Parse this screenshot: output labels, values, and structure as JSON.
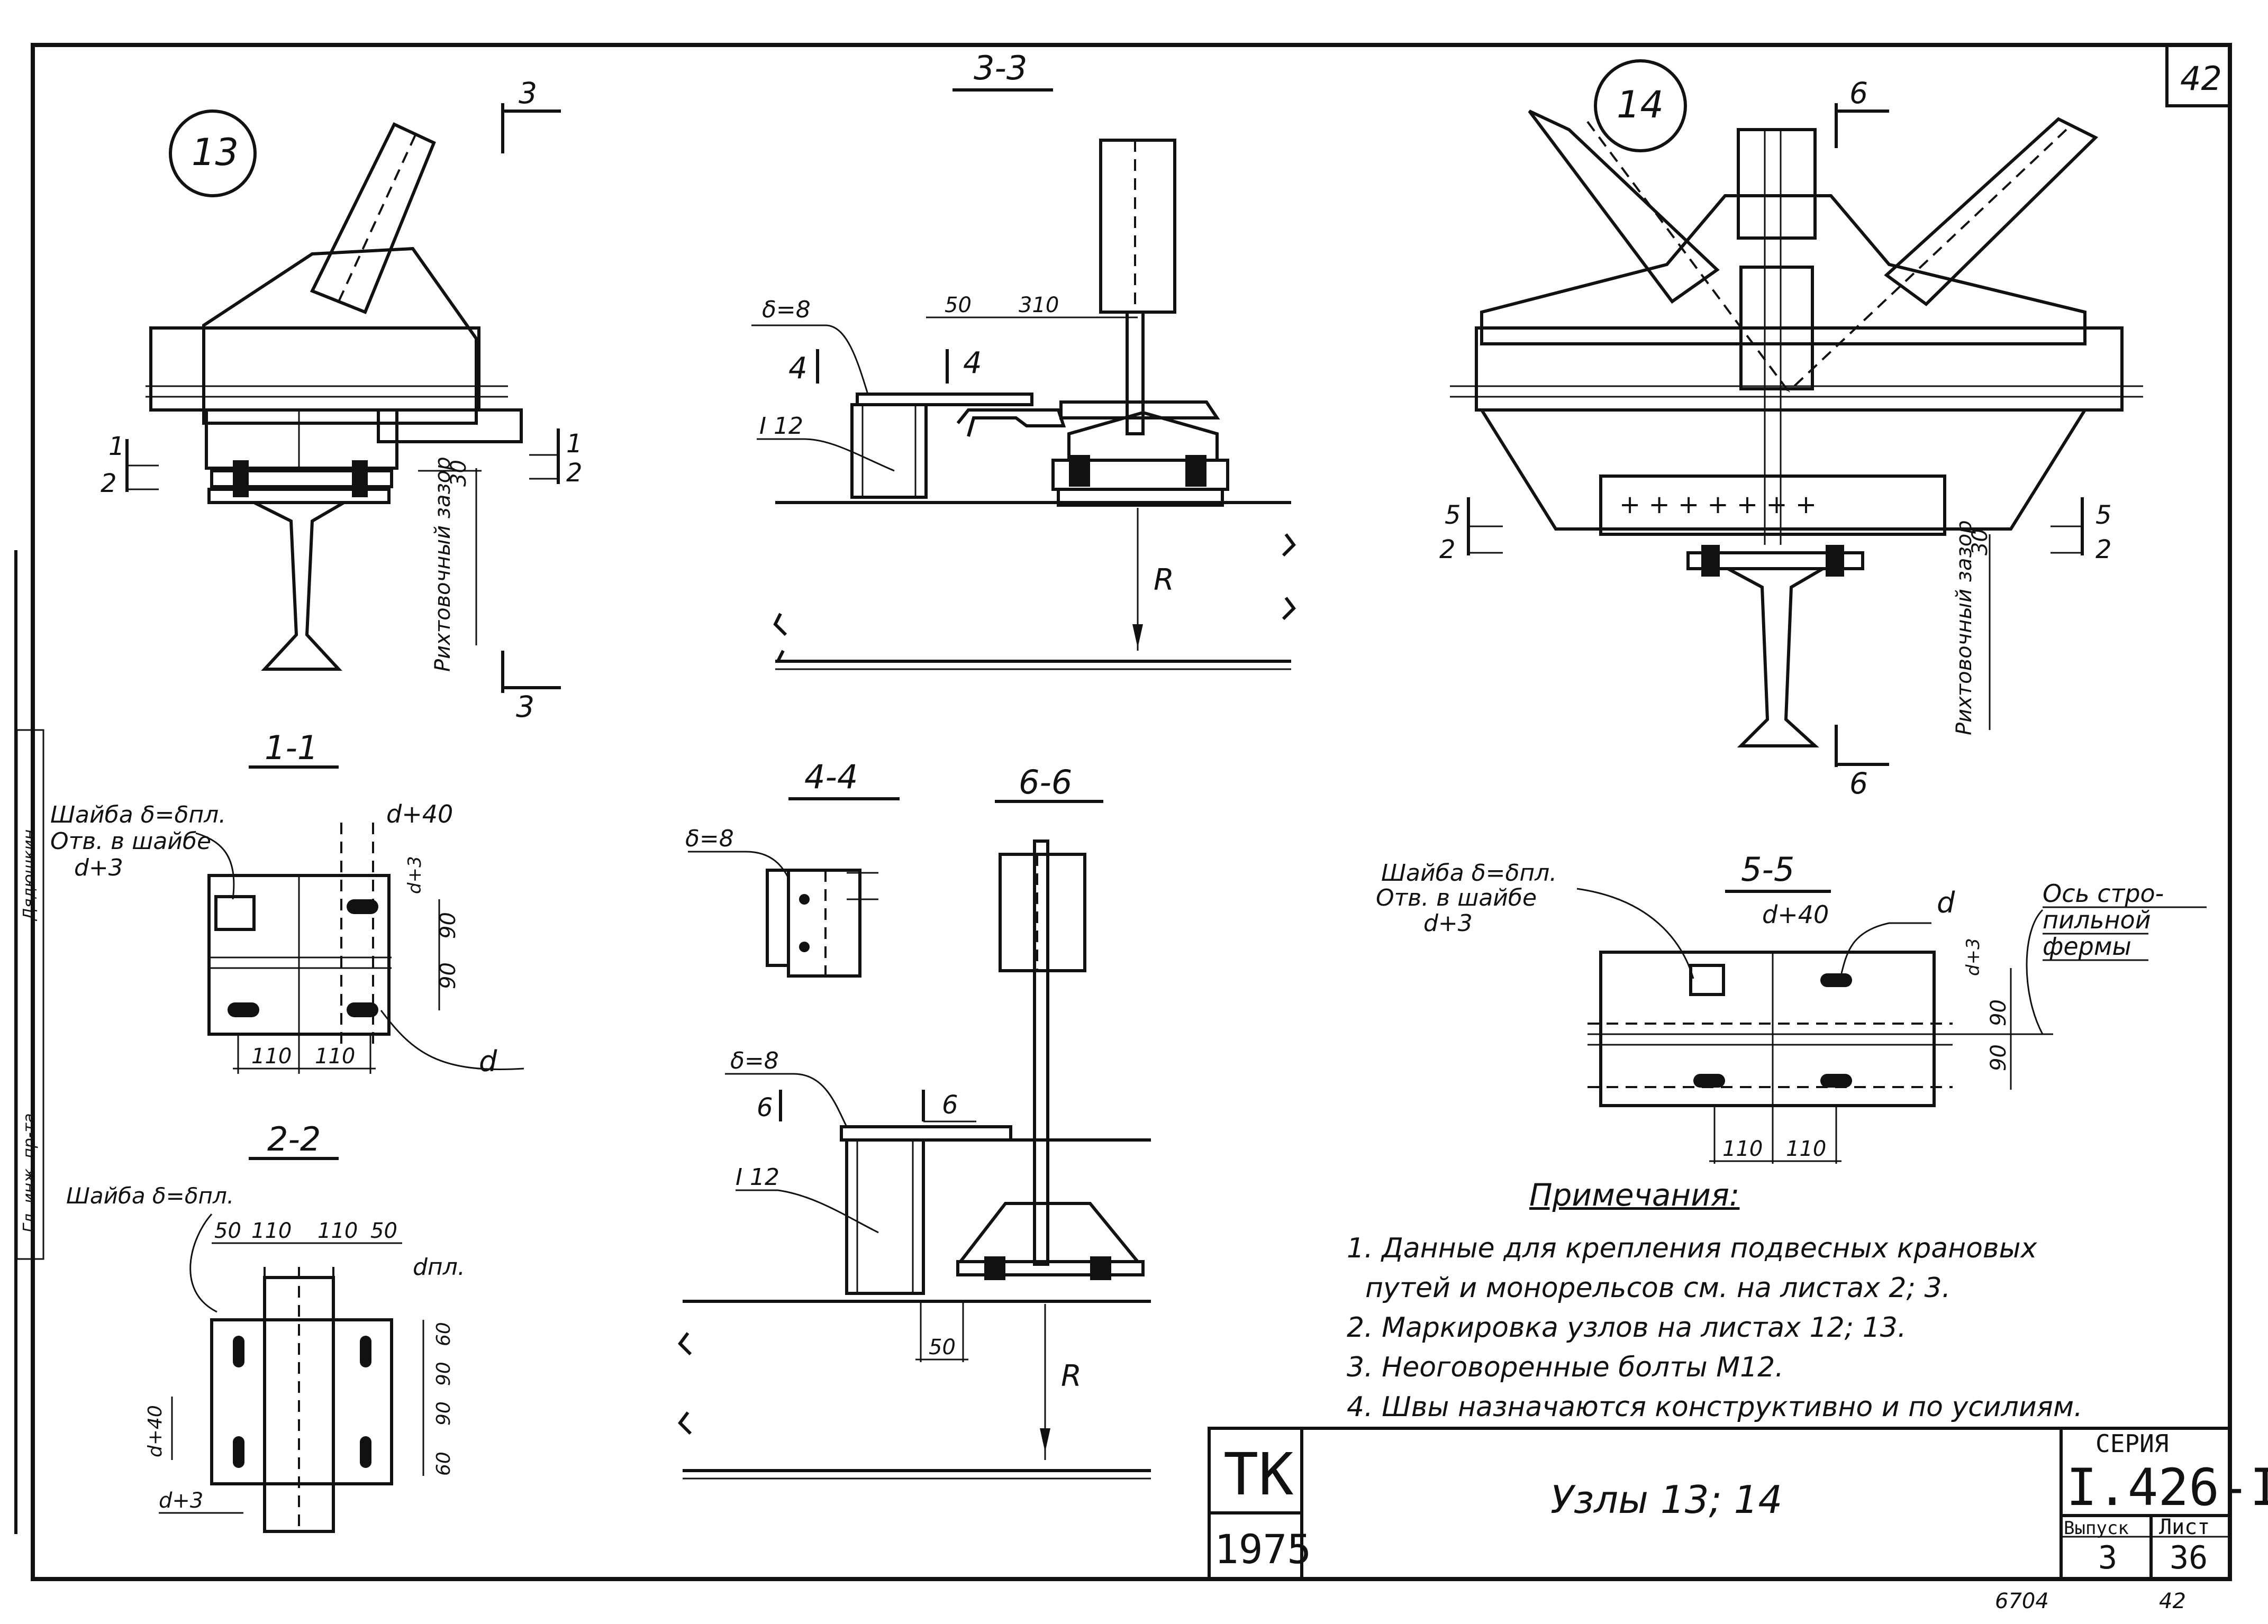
{
  "sheet_number": "42",
  "nodes": {
    "node13": {
      "label": "13"
    },
    "node14": {
      "label": "14"
    }
  },
  "sections": {
    "s11": "1-1",
    "s22": "2-2",
    "s33": "3-3",
    "s44": "4-4",
    "s55": "5-5",
    "s66": "6-6"
  },
  "section_marks": {
    "m3": "3",
    "m1": "1",
    "m2": "2",
    "m4": "4",
    "m5": "5",
    "m6": "6"
  },
  "dimensions": {
    "d30": "30",
    "d50": "50",
    "d310": "310",
    "d90": "90",
    "d110": "110",
    "d60": "60",
    "d40": "d+40",
    "d3": "d+3",
    "d": "d",
    "dpl": "dпл.",
    "delta8": "δ=8",
    "i12": "I 12",
    "R": "R"
  },
  "labels": {
    "rikht_gap": "Рихтовочный зазор",
    "washer_1": "Шайба δ=δпл.",
    "washer_hole": "Отв. в шайбе",
    "washer_d3": "d+3",
    "washer_2": "Шайба δ=δпл.",
    "washer_5": "Шайба δ=δпл.",
    "axis_1": "Ось стро-",
    "axis_2": "пильной",
    "axis_3": "фермы"
  },
  "notes": {
    "title": "Примечания:",
    "n1a": "1. Данные для крепления подвесных крановых",
    "n1b": "путей и монорельсов см. на листах 2; 3.",
    "n2": "2. Маркировка узлов на листах 12; 13.",
    "n3": "3. Неоговоренные болты М12.",
    "n4": "4. Швы назначаются конструктивно и по усилиям."
  },
  "title_block": {
    "org": "ТК",
    "year": "1975",
    "title": "Узлы 13; 14",
    "series_label": "СЕРИЯ",
    "series": "I.426-I",
    "issue_label": "Выпуск",
    "issue": "3",
    "sheet_label": "Лист",
    "sheet": "36"
  },
  "margin": {
    "inventory": "6704",
    "page": "42",
    "left_stamp_1": "Гл. инж. пр-та",
    "left_stamp_2": "Дядюшкин"
  }
}
